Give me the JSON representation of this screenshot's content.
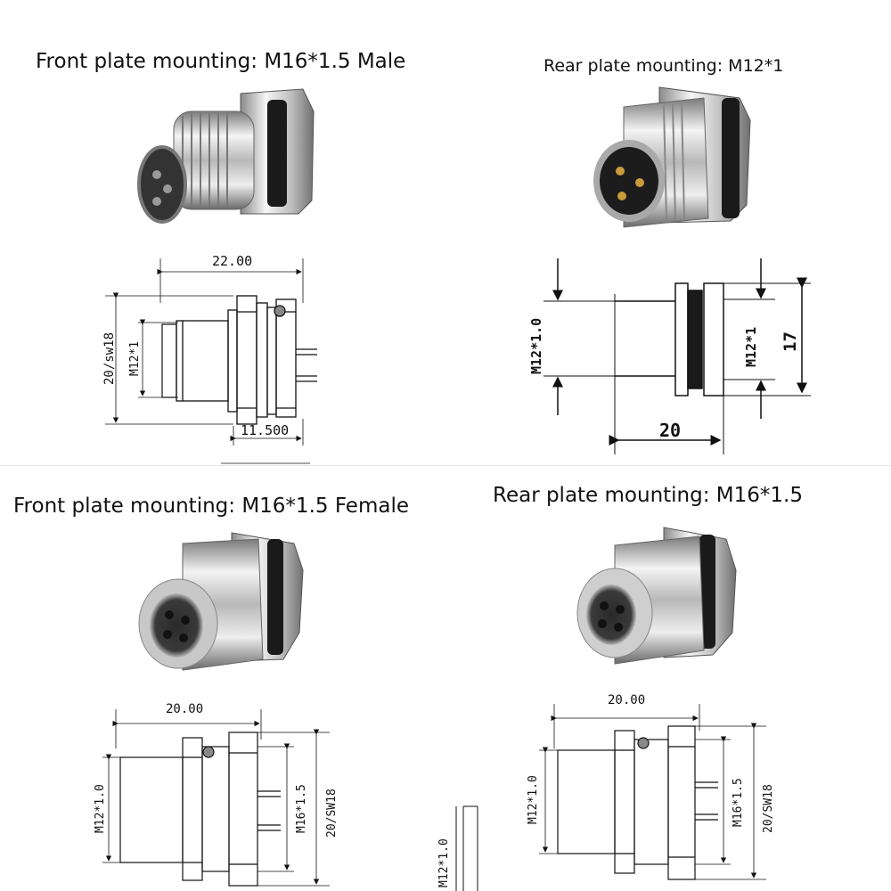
{
  "panels": [
    {
      "title": "Front plate mounting: M16*1.5 Male",
      "dims": {
        "length": "22.00",
        "side_outer": "20/sw18",
        "side_inner": "M12*1",
        "bottom": "11.500"
      }
    },
    {
      "title": "Rear plate mounting: M12*1",
      "dims": {
        "left": "M12*1.0",
        "mid": "M12*1",
        "right": "17",
        "bottom": "20"
      }
    },
    {
      "title": "Front plate mounting: M16*1.5 Female",
      "dims": {
        "top": "20.00",
        "left": "M12*1.0",
        "mid": "M16*1.5",
        "right": "20/SW18"
      }
    },
    {
      "title": "Rear plate mounting: M16*1.5",
      "dims": {
        "top": "20.00",
        "left": "M12*1.0",
        "mid": "M16*1.5",
        "right": "20/SW18",
        "stray": "M12*1.0"
      }
    }
  ],
  "colors": {
    "ink": "#111111",
    "metal_light": "#f2f2f2",
    "metal_dark": "#6e6e6e",
    "oring": "#1a1a1a"
  }
}
